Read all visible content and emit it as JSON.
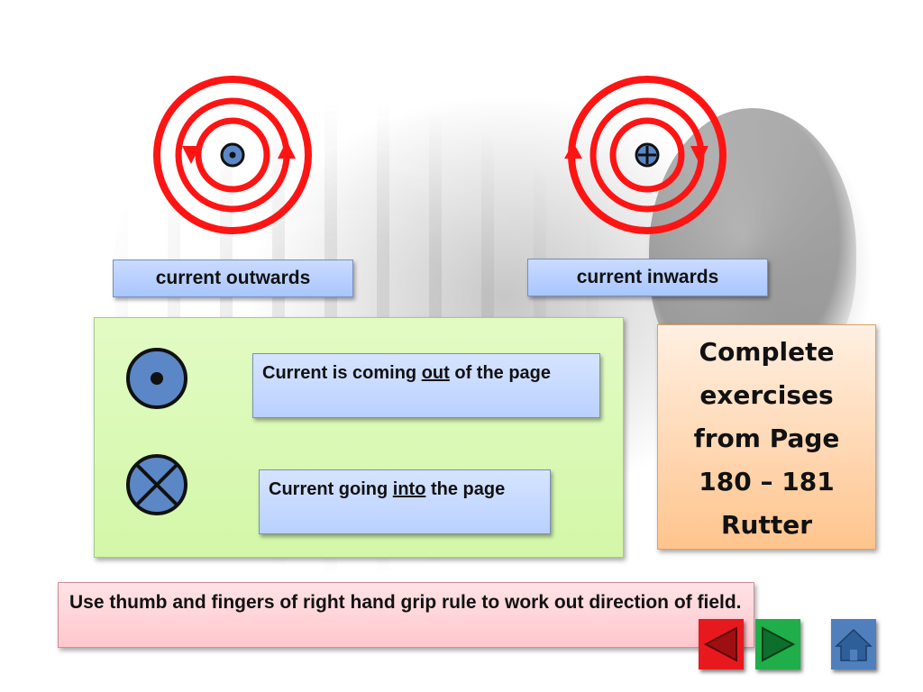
{
  "labels": {
    "outwards": "current outwards",
    "inwards": "current inwards"
  },
  "panel": {
    "out_text_before": "Current is coming ",
    "out_text_underlined": "out",
    "out_text_after": " of the page",
    "into_text_before": "Current going ",
    "into_text_underlined": "into",
    "into_text_after": " the page"
  },
  "note": {
    "line1": "Complete",
    "line2": "exercises",
    "line3": "from Page",
    "line4": "180 – 181",
    "line5": "Rutter"
  },
  "instruction": "Use thumb and fingers of right hand grip rule to work out direction of field.",
  "nav": {
    "prev_icon": "triangle-left-icon",
    "next_icon": "triangle-right-icon",
    "home_icon": "home-icon"
  },
  "colors": {
    "ring_red": "#ff1414",
    "symbol_blue": "#5b87c6",
    "prev_bg": "#e8191e",
    "next_bg": "#1fae4a",
    "home_bg": "#4f80bd"
  }
}
